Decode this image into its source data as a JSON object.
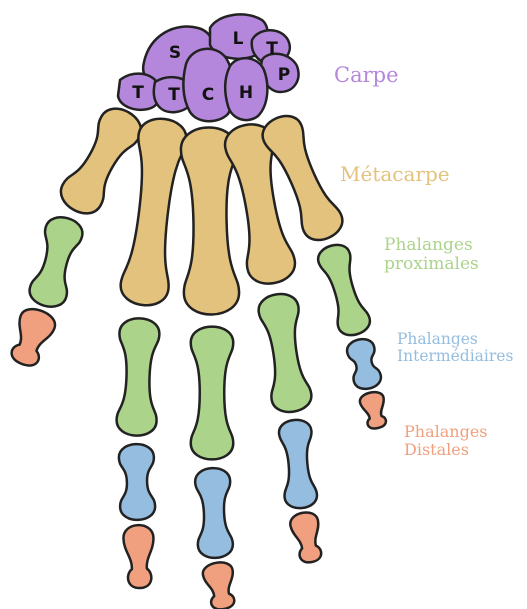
{
  "colors": {
    "carpe": "#b487dc",
    "metacarpe": "#e3c27d",
    "proximales": "#abd38a",
    "intermediaires": "#95bde0",
    "distales": "#f0a07e",
    "outline": "#222222"
  },
  "carpal_letters": [
    "S",
    "L",
    "T",
    "P",
    "T",
    "T",
    "C",
    "H"
  ],
  "labels": {
    "carpe": "Carpe",
    "metacarpe": "Métacarpe",
    "proximales": [
      "Phalanges",
      "proximales"
    ],
    "intermediaires": [
      "Phalanges",
      "Intermédiaires"
    ],
    "distales": [
      "Phalanges",
      "Distales"
    ]
  }
}
